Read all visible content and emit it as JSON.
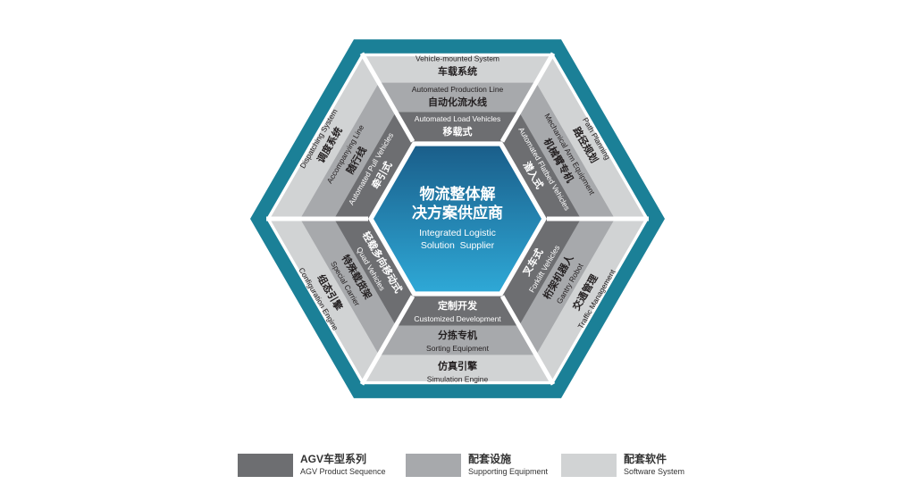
{
  "colors": {
    "frame": "#1b8097",
    "dark": "#6d6e71",
    "medium": "#a7a9ac",
    "light": "#d1d3d4",
    "core_top": "#1a5e8a",
    "core_bottom": "#2ea8d6"
  },
  "center": {
    "title_line1": "物流整体解",
    "title_line2": "决方案供应商",
    "subtitle_line1": "Integrated Logistic",
    "subtitle_line2": "Solution  Supplier"
  },
  "sectors": {
    "top": [
      {
        "cn": "车载系统",
        "en": "Vehicle-mounted System"
      },
      {
        "cn": "自动化流水线",
        "en": "Automated Production Line"
      },
      {
        "cn": "移载式",
        "en": "Automated Load Vehicles"
      }
    ],
    "top_right": [
      {
        "cn": "路径规划",
        "en": "Path Planning"
      },
      {
        "cn": "机械臂专机",
        "en": "Mechanical Arm Equipment"
      },
      {
        "cn": "潜入式",
        "en": "Automated Flatbed Vehicles"
      }
    ],
    "bottom_right": [
      {
        "cn": "交通管理",
        "en": "Traffic Management"
      },
      {
        "cn": "桁架机器人",
        "en": "Gantry Robot"
      },
      {
        "cn": "叉车式",
        "en": "Forklift Vehicles"
      }
    ],
    "bottom": [
      {
        "cn": "仿真引擎",
        "en": "Simulation Engine"
      },
      {
        "cn": "分拣专机",
        "en": "Sorting Equipment"
      },
      {
        "cn": "定制开发",
        "en": "Customized Development"
      }
    ],
    "bottom_left": [
      {
        "cn": "组态引擎",
        "en": "Configuration Engine"
      },
      {
        "cn": "特殊载货架",
        "en": "Special Carrier"
      },
      {
        "cn": "轻载多向移动式",
        "en": "Quad Vehicles"
      }
    ],
    "top_left": [
      {
        "cn": "调度系统",
        "en": "Dispatching System"
      },
      {
        "cn": "随行线",
        "en": "Accompanying Line"
      },
      {
        "cn": "牵引式",
        "en": "Automated Pull Vehicles"
      }
    ]
  },
  "legend": [
    {
      "cn": "AGV车型系列",
      "en": "AGV Product Sequence",
      "color": "#6d6e71"
    },
    {
      "cn": "配套设施",
      "en": "Supporting Equipment",
      "color": "#a7a9ac"
    },
    {
      "cn": "配套软件",
      "en": "Software System",
      "color": "#d1d3d4"
    }
  ]
}
